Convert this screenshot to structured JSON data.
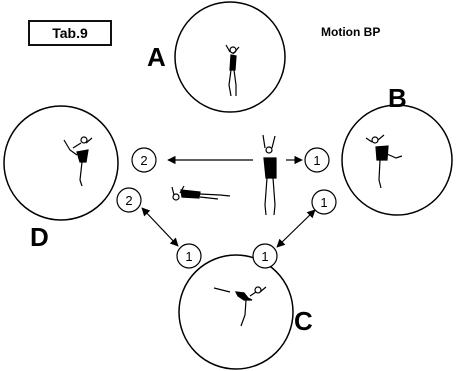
{
  "tab_label": "Tab.9",
  "title": "Motion BP",
  "positions": {
    "a": "A",
    "b": "B",
    "c": "C",
    "d": "D"
  },
  "markers": {
    "left_top": "2",
    "right_top": "1",
    "left_low": "2",
    "right_low": "1",
    "bottom_left": "1",
    "bottom_right": "1"
  },
  "colors": {
    "ink": "#000000",
    "background": "#ffffff"
  }
}
